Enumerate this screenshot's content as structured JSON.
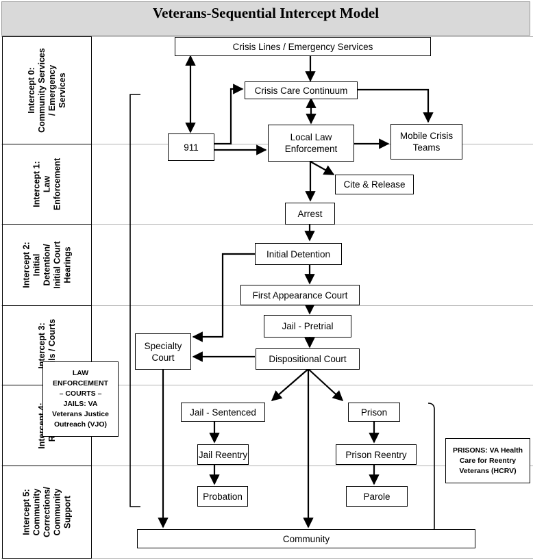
{
  "title": "Veterans-Sequential Intercept Model",
  "intercepts": [
    {
      "label": "Intercept 0:\nCommunity Services\n/ Emergency\nServices"
    },
    {
      "label": "Intercept 1:\nLaw\nEnforcement"
    },
    {
      "label": "Intercept 2:\nInitial\nDetention/\nInitial Court\nHearings"
    },
    {
      "label": "Intercept 3:\nJails / Courts"
    },
    {
      "label": "Intercept 4:\nReentry"
    },
    {
      "label": "Intercept 5:\nCommunity\nCorrections/\nCommunity\nSupport"
    }
  ],
  "nodes": {
    "crisis_lines": "Crisis Lines / Emergency Services",
    "crisis_care": "Crisis Care Continuum",
    "nine_one_one": "911",
    "local_law": "Local Law\nEnforcement",
    "mobile_crisis": "Mobile Crisis\nTeams",
    "cite_release": "Cite & Release",
    "arrest": "Arrest",
    "initial_detention": "Initial Detention",
    "first_appearance": "First Appearance Court",
    "jail_pretrial": "Jail - Pretrial",
    "specialty_court": "Specialty\nCourt",
    "dispositional_court": "Dispositional Court",
    "jail_sentenced": "Jail - Sentenced",
    "prison": "Prison",
    "jail_reentry": "Jail Reentry",
    "prison_reentry": "Prison Reentry",
    "probation": "Probation",
    "parole": "Parole",
    "community": "Community"
  },
  "side_boxes": {
    "vjo": "LAW\nENFORCEMENT\n– COURTS –\nJAILS: VA\nVeterans Justice\nOutreach (VJO)",
    "hcrv": "PRISONS: VA Health\nCare for Reentry\nVeterans (HCRV)"
  }
}
